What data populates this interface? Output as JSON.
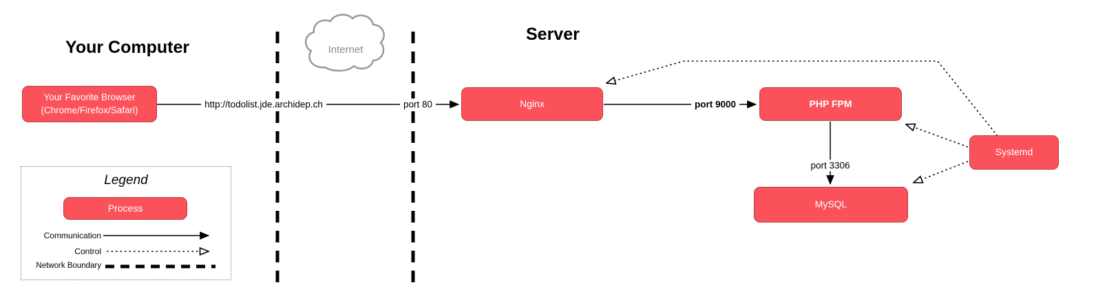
{
  "colors": {
    "process_fill": "#FB515A",
    "process_border": "#BD3B41",
    "process_text": "#FFFFFF",
    "cloud_stroke": "#999999",
    "internet_text": "#8A8A8A",
    "line_color": "#000000"
  },
  "sections": {
    "your_computer": {
      "title": "Your Computer"
    },
    "server": {
      "title": "Server"
    }
  },
  "internet": {
    "label": "Internet"
  },
  "nodes": {
    "browser": {
      "line1": "Your Favorite Browser",
      "line2": "(Chrome/Firefox/Safari)"
    },
    "nginx": {
      "label": "Nginx"
    },
    "php_fpm": {
      "label": "PHP FPM"
    },
    "mysql": {
      "label": "MySQL"
    },
    "systemd": {
      "label": "Systemd"
    }
  },
  "edges": {
    "browser_to_nginx": {
      "url_label": "http://todolist.jde.archidep.ch",
      "port_label": "port 80"
    },
    "nginx_to_phpfpm": {
      "port_label": "port 9000"
    },
    "phpfpm_to_mysql": {
      "port_label": "port 3306"
    }
  },
  "legend": {
    "title": "Legend",
    "process_label": "Process",
    "communication_label": "Communication",
    "control_label": "Control",
    "network_boundary_label": "Network Boundary"
  }
}
